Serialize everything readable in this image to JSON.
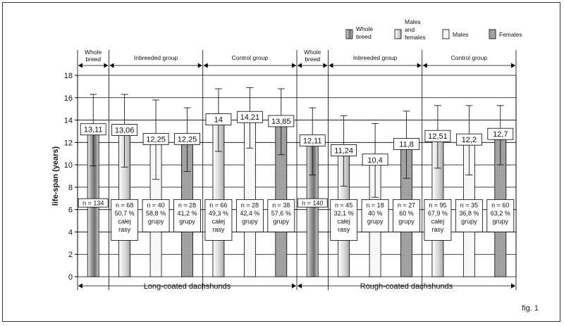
{
  "figure_label": "fig. 1",
  "chart_data": {
    "type": "bar",
    "ylabel": "life-span (years)",
    "ylim": [
      0,
      18
    ],
    "yticks": [
      0,
      2,
      4,
      6,
      8,
      10,
      12,
      14,
      16,
      18
    ],
    "grid": true,
    "legend_position": "top-right",
    "legend": [
      {
        "key": "whole",
        "label": [
          "Whole",
          "breed"
        ]
      },
      {
        "key": "mf",
        "label": [
          "Males",
          "and",
          "females"
        ]
      },
      {
        "key": "males",
        "label": [
          "Males"
        ]
      },
      {
        "key": "females",
        "label": [
          "Females"
        ]
      }
    ],
    "groups": [
      {
        "label": "Long-coated dachshunds",
        "subgroups": [
          {
            "label": [
              "Whole",
              "breed"
            ],
            "bars": [
              0
            ]
          },
          {
            "label": [
              "Inbreeded group"
            ],
            "bars": [
              1,
              2,
              3
            ]
          },
          {
            "label": [
              "Control group"
            ],
            "bars": [
              4,
              5,
              6
            ]
          }
        ]
      },
      {
        "label": "Rough-coated dachshunds",
        "subgroups": [
          {
            "label": [
              "Whole",
              "breed"
            ],
            "bars": [
              7
            ]
          },
          {
            "label": [
              "Inbreeded group"
            ],
            "bars": [
              8,
              9,
              10
            ]
          },
          {
            "label": [
              "Control group"
            ],
            "bars": [
              11,
              12,
              13
            ]
          }
        ]
      }
    ],
    "bars": [
      {
        "kind": "whole",
        "value": 13.11,
        "label": "13,11",
        "err_low": 9.9,
        "err_high": 16.3,
        "info": [
          "n = 134"
        ]
      },
      {
        "kind": "mf",
        "value": 13.06,
        "label": "13,06",
        "err_low": 9.8,
        "err_high": 16.3,
        "info": [
          "n = 68",
          "50,7 %",
          "całej",
          "rasy"
        ]
      },
      {
        "kind": "males",
        "value": 12.25,
        "label": "12,25",
        "err_low": 8.7,
        "err_high": 15.8,
        "info": [
          "n = 40",
          "58,8 %",
          "grupy"
        ]
      },
      {
        "kind": "females",
        "value": 12.25,
        "label": "12,25",
        "err_low": 9.4,
        "err_high": 15.1,
        "info": [
          "n = 28",
          "41,2 %",
          "grupy"
        ]
      },
      {
        "kind": "mf",
        "value": 14.0,
        "label": "14",
        "err_low": 11.2,
        "err_high": 16.8,
        "info": [
          "n = 66",
          "49,3 %",
          "całej",
          "rasy"
        ]
      },
      {
        "kind": "males",
        "value": 14.21,
        "label": "14,21",
        "err_low": 11.5,
        "err_high": 16.9,
        "info": [
          "n = 28",
          "42,4 %",
          "grupy"
        ]
      },
      {
        "kind": "females",
        "value": 13.85,
        "label": "13,85",
        "err_low": 10.9,
        "err_high": 16.8,
        "info": [
          "n = 38",
          "57,6 %",
          "grupy"
        ]
      },
      {
        "kind": "whole",
        "value": 12.11,
        "label": "12,11",
        "err_low": 9.1,
        "err_high": 15.1,
        "info": [
          "n = 140"
        ]
      },
      {
        "kind": "mf",
        "value": 11.24,
        "label": "11,24",
        "err_low": 8.1,
        "err_high": 14.4,
        "info": [
          "n = 45",
          "32,1 %",
          "całej",
          "rasy"
        ]
      },
      {
        "kind": "males",
        "value": 10.4,
        "label": "10,4",
        "err_low": 7.1,
        "err_high": 13.7,
        "info": [
          "n = 18",
          "40 %",
          "grupy"
        ]
      },
      {
        "kind": "females",
        "value": 11.8,
        "label": "11,8",
        "err_low": 8.8,
        "err_high": 14.8,
        "info": [
          "n = 27",
          "60 %",
          "grupy"
        ]
      },
      {
        "kind": "mf",
        "value": 12.51,
        "label": "12,51",
        "err_low": 9.7,
        "err_high": 15.3,
        "info": [
          "n = 95",
          "67,9 %",
          "całej",
          "rasy"
        ]
      },
      {
        "kind": "males",
        "value": 12.2,
        "label": "12,2",
        "err_low": 9.1,
        "err_high": 15.3,
        "info": [
          "n = 35",
          "36,8 %",
          "grupy"
        ]
      },
      {
        "kind": "females",
        "value": 12.7,
        "label": "12,7",
        "err_low": 10.0,
        "err_high": 15.3,
        "info": [
          "n = 60",
          "63,2 %",
          "grupy"
        ]
      }
    ]
  }
}
